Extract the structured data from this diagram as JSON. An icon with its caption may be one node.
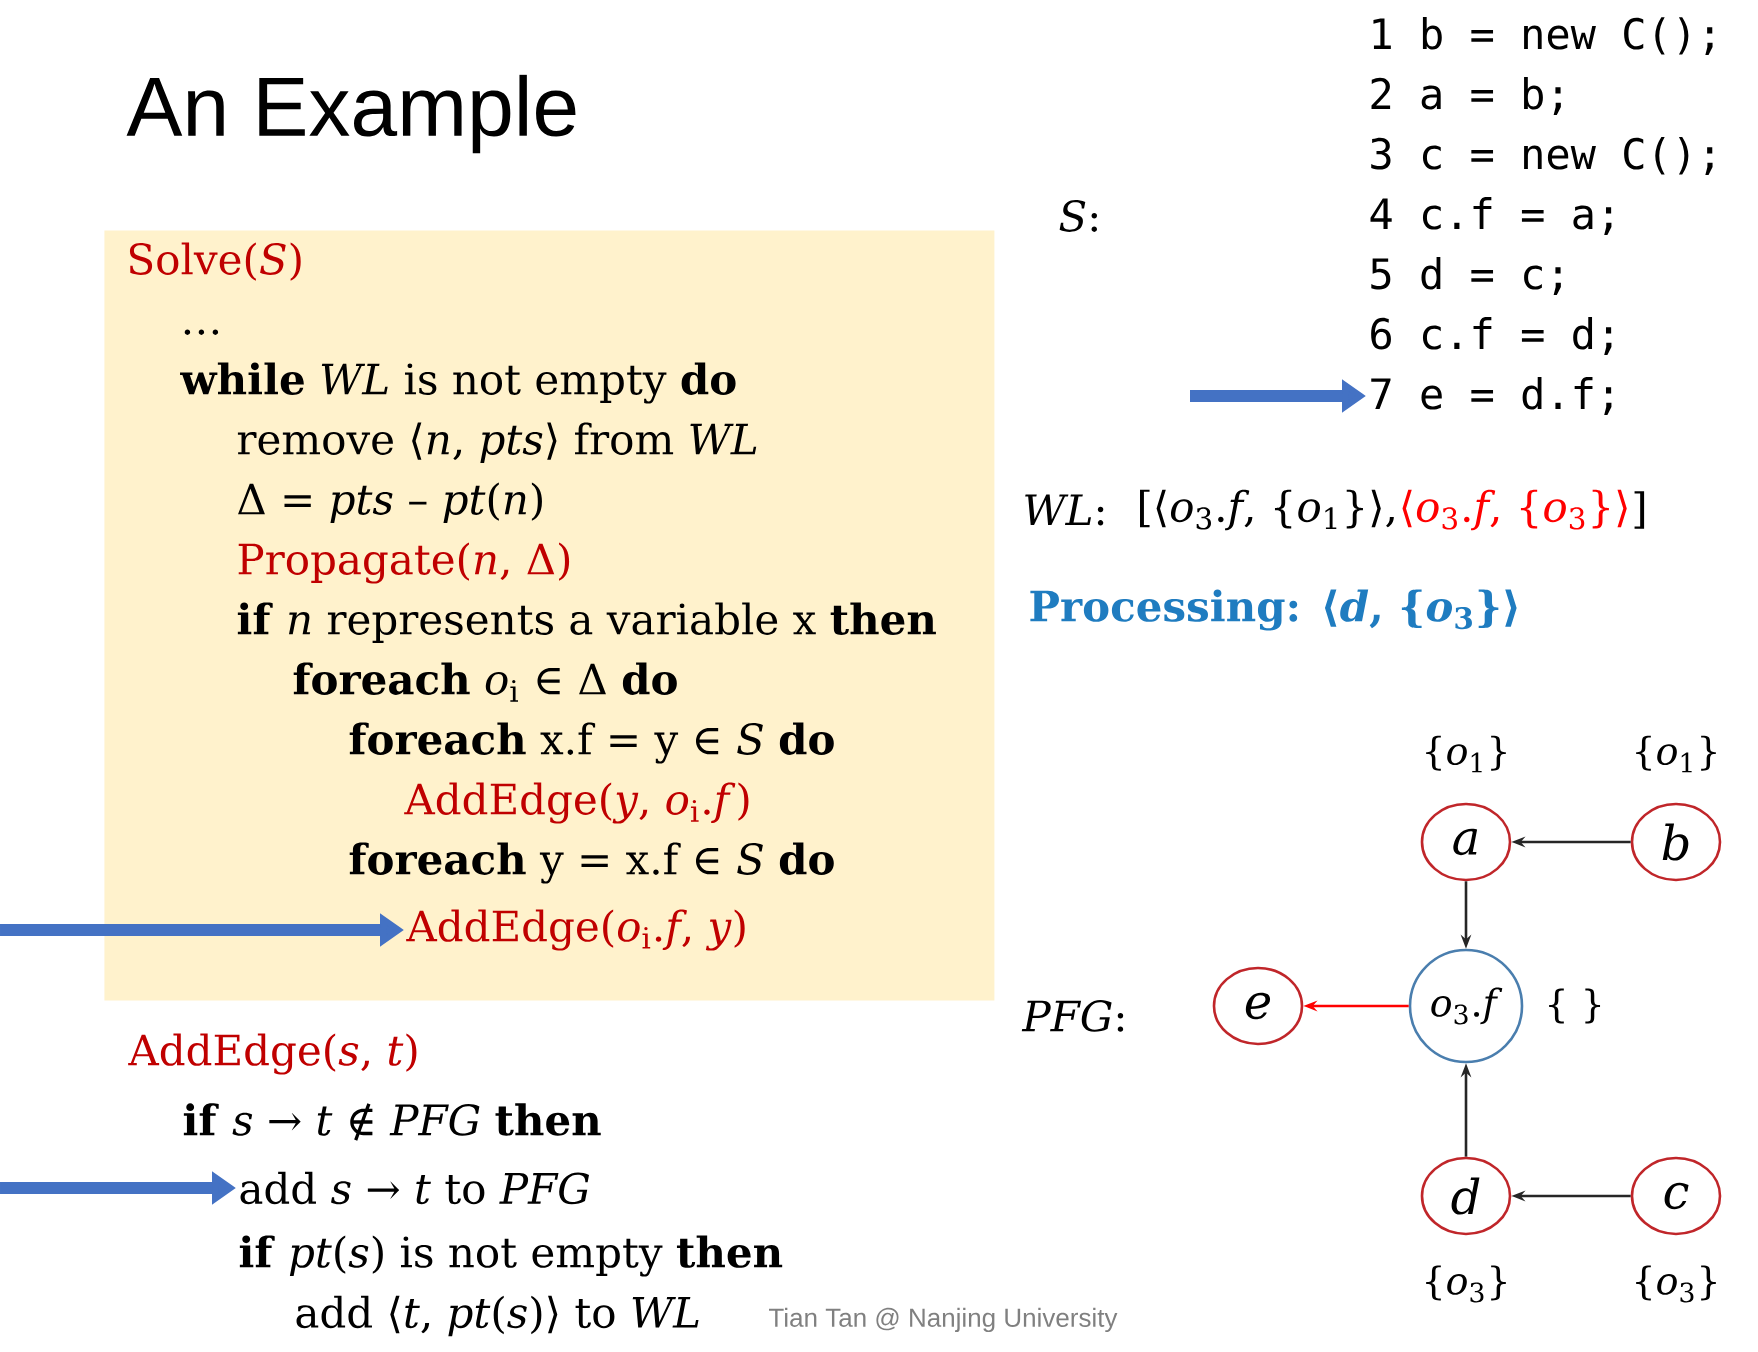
{
  "diagram": {
    "title": "An Example",
    "nodes": [
      {
        "text": [
          "Solve(*S*)",
          "…",
          "**while** *WL* is not empty **do**",
          "remove ⟨*n*, *pts*⟩ from *WL*",
          "Δ = *pts* – *pt*(*n*)",
          "Propagate(*n*, Δ)",
          "**if** *n* represents a variable x **then**",
          "**foreach** *o*$_{i}$ ∈ Δ **do**",
          "**foreach** x.f = y ∈ *S* **do**",
          "AddEdge(*y*, *o*$_{i}$.*f*)",
          "**foreach** y = x.f ∈ *S* **do**"
        ]
      },
      {
        "text": [
          "AddEdge(*o*$_{i}$.*f*, *y*)"
        ],
        "in": 0
      },
      {
        "text": [
          "add *s* → *t* to *PFG*"
        ]
      },
      {
        "text": [
          "7 e = d.f;"
        ]
      },
      {
        "text": [
          "a"
        ],
        "beside": [
          "{*o*$_{1}$}"
        ]
      },
      {
        "text": [
          "b"
        ],
        "beside": [
          "{*o*$_{1}$}"
        ]
      },
      {
        "text": [
          "*o*$_{3}$.*f*"
        ],
        "beside": [
          "{ }"
        ]
      },
      {
        "text": [
          "e"
        ]
      },
      {
        "text": [
          "d"
        ],
        "beside": [
          "{*o*$_{3}$}"
        ]
      },
      {
        "text": [
          "c"
        ],
        "beside": [
          "{*o*$_{3}$}"
        ]
      }
    ],
    "edges": [
      {
        "from": null,
        "to": 1,
        "arrow": "to",
        "style": "thick",
        "color": "#4472c4"
      },
      {
        "from": null,
        "to": 2,
        "arrow": "to",
        "style": "thick",
        "color": "#4472c4"
      },
      {
        "from": null,
        "to": 3,
        "arrow": "to",
        "style": "thick",
        "color": "#4472c4"
      },
      {
        "from": 5,
        "to": 4,
        "arrow": "to"
      },
      {
        "from": 4,
        "to": 6,
        "arrow": "to"
      },
      {
        "from": 6,
        "to": 7,
        "arrow": "to",
        "color": "#ff0000"
      },
      {
        "from": 8,
        "to": 6,
        "arrow": "to"
      },
      {
        "from": 9,
        "to": 8,
        "arrow": "to"
      }
    ],
    "labels": [
      "1 b = new C();",
      "2 a = b;",
      "3 c = new C();",
      "4 c.f = a;",
      "5 d = c;",
      "6 c.f = d;",
      "*S*:",
      "*WL*:",
      "[⟨*o*$_{3}$.*f*, {*o*$_{1}$}⟩,",
      "⟨*o*$_{3}$.*f*, {*o*$_{3}$}⟩",
      "]",
      "Processing: ⟨*d*, {*o*$_{3}$}⟩",
      "*PFG*:",
      "AddEdge(*s*, *t*)",
      "**if** *s* → *t* ∉ *PFG* **then**",
      "**if** *pt*(*s*) is not empty **then**",
      "add ⟨*t*, *pt*(*s*)⟩ to *WL*",
      "Tian Tan @ Nanjing University"
    ]
  }
}
